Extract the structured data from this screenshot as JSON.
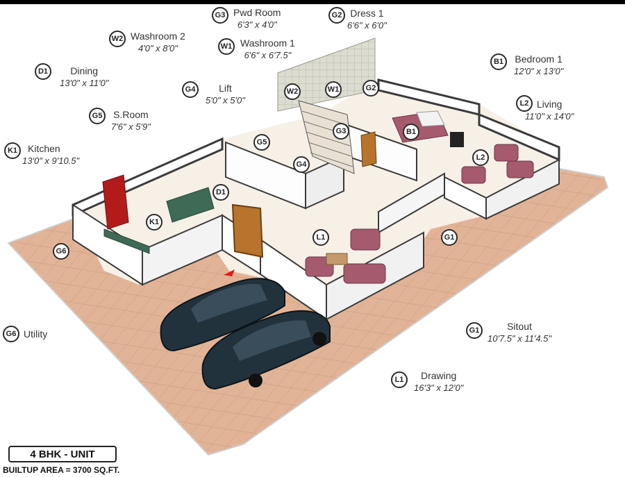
{
  "legend": [
    {
      "code": "G3",
      "name": "Pwd Room",
      "dim": "6'3\" x 4'0\""
    },
    {
      "code": "G2",
      "name": "Dress 1",
      "dim": "6'6\" x 6'0\""
    },
    {
      "code": "W2",
      "name": "Washroom 2",
      "dim": "4'0\" x 8'0\""
    },
    {
      "code": "W1",
      "name": "Washroom 1",
      "dim": "6'6\" x 6'7.5\""
    },
    {
      "code": "B1",
      "name": "Bedroom 1",
      "dim": "12'0\" x 13'0\""
    },
    {
      "code": "D1",
      "name": "Dining",
      "dim": "13'0\" x 11'0\""
    },
    {
      "code": "G4",
      "name": "Lift",
      "dim": "5'0\" x 5'0\""
    },
    {
      "code": "L2",
      "name": "Living",
      "dim": "11'0\" x 14'0\""
    },
    {
      "code": "G5",
      "name": "S.Room",
      "dim": "7'6\" x 5'9\""
    },
    {
      "code": "K1",
      "name": "Kitchen",
      "dim": "13'0\" x 9'10.5\""
    },
    {
      "code": "G6",
      "name": "Utility",
      "dim": ""
    },
    {
      "code": "G1",
      "name": "Sitout",
      "dim": "10'7.5\" x 11'4.5\""
    },
    {
      "code": "L1",
      "name": "Drawing",
      "dim": "16'3\" x 12'0\""
    }
  ],
  "plan_badges": [
    "W2",
    "W1",
    "G2",
    "B1",
    "G3",
    "G5",
    "G4",
    "L2",
    "D1",
    "K1",
    "L1",
    "G1",
    "G6"
  ],
  "footer": {
    "unit": "4 BHK - UNIT",
    "area": "BUILTUP AREA = 3700 SQ.FT."
  },
  "colors": {
    "floor_tile": "#e2b497",
    "floor_inner": "#f6f0e6",
    "wall": "#ffffff",
    "wall_top": "#3a3a3a",
    "sofa": "#a65a6e",
    "car": "#22323d",
    "fridge": "#b31b1b",
    "counter": "#3f6a55",
    "door": "#b8742c",
    "arrow": "#e01a1a"
  }
}
